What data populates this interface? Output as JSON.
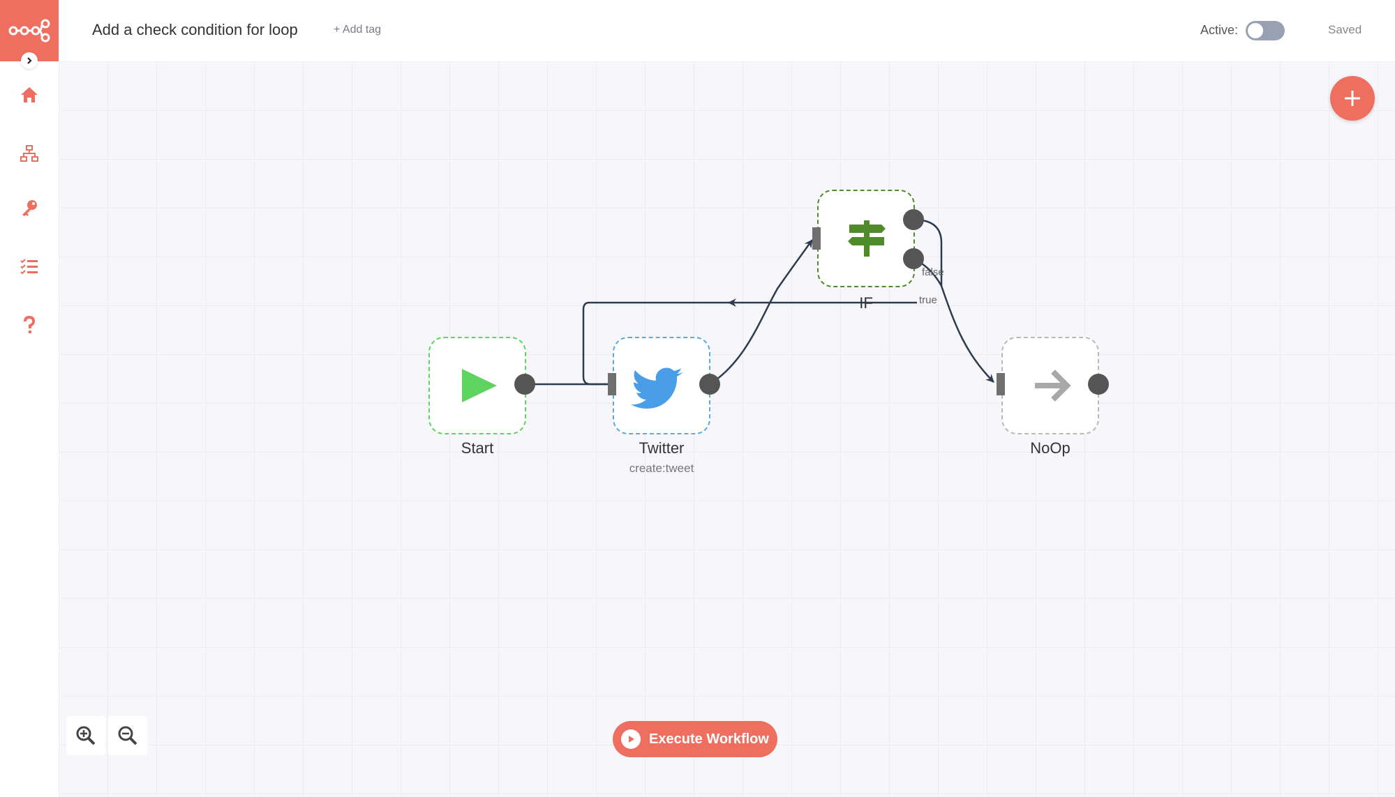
{
  "app": {
    "accent_color": "#ee6e5f",
    "logo_icon": "n8n-logo-icon"
  },
  "sidebar": {
    "items": [
      {
        "name": "home",
        "icon": "home-icon"
      },
      {
        "name": "workflows",
        "icon": "sitemap-icon"
      },
      {
        "name": "credentials",
        "icon": "key-icon"
      },
      {
        "name": "executions",
        "icon": "tasks-icon"
      },
      {
        "name": "help",
        "icon": "question-icon"
      }
    ]
  },
  "header": {
    "title": "Add a check condition for loop",
    "add_tag": "+ Add tag",
    "active_label": "Active:",
    "active": false,
    "saved": "Saved"
  },
  "canvas": {
    "nodes": [
      {
        "name": "Start",
        "subtitle": "",
        "icon": "play-icon",
        "border_color": "#5fd35f"
      },
      {
        "name": "Twitter",
        "subtitle": "create:tweet",
        "icon": "twitter-icon",
        "border_color": "#5aa9e6"
      },
      {
        "name": "IF",
        "subtitle": "",
        "icon": "signpost-icon",
        "border_color": "#4f8a2b"
      },
      {
        "name": "NoOp",
        "subtitle": "",
        "icon": "arrow-right-icon",
        "border_color": "#b9b9b9"
      }
    ],
    "edge_labels": {
      "if_true": "true",
      "if_false": "false"
    }
  },
  "controls": {
    "execute_label": "Execute Workflow",
    "zoom_in_icon": "zoom-in-icon",
    "zoom_out_icon": "zoom-out-icon",
    "add_node_icon": "plus-icon"
  }
}
